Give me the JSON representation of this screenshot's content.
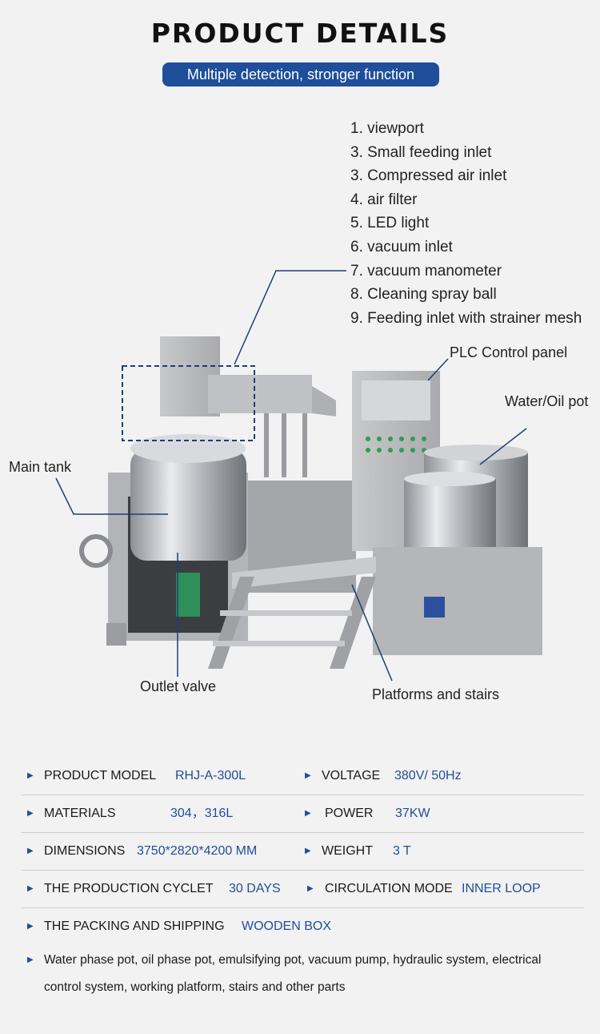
{
  "header": {
    "title": "PRODUCT DETAILS",
    "subtitle": "Multiple detection, stronger function"
  },
  "features": [
    "1. viewport",
    "3. Small feeding inlet",
    "3. Compressed air inlet",
    "4. air filter",
    "5. LED light",
    "6. vacuum inlet",
    "7. vacuum manometer",
    "8. Cleaning spray ball",
    "9. Feeding inlet with strainer mesh"
  ],
  "callouts": {
    "plc": "PLC Control panel",
    "water_oil": "Water/Oil pot",
    "main_tank": "Main tank",
    "outlet": "Outlet valve",
    "platforms": "Platforms and stairs"
  },
  "specs": {
    "r1": {
      "k1": "PRODUCT MODEL",
      "v1": "RHJ-A-300L",
      "k2": "VOLTAGE",
      "v2": "380V/ 50Hz"
    },
    "r2": {
      "k1": "MATERIALS",
      "v1": "304，316L",
      "k2": "POWER",
      "v2": "37KW"
    },
    "r3": {
      "k1": "DIMENSIONS",
      "v1": "3750*2820*4200 MM",
      "k2": "WEIGHT",
      "v2": "3 T"
    },
    "r4": {
      "k1": "THE PRODUCTION CYCLET",
      "v1": "30 DAYS",
      "k2": "CIRCULATION MODE",
      "v2": "INNER LOOP"
    },
    "r5": {
      "k1": "THE PACKING AND SHIPPING",
      "v1": "WOODEN BOX"
    }
  },
  "note": "Water phase pot, oil phase pot, emulsifying pot, vacuum pump, hydraulic system, electrical control system, working platform, stairs and other parts",
  "icons": {
    "bullet": "triangle-right-icon"
  },
  "colors": {
    "accent": "#1f4e9b"
  }
}
